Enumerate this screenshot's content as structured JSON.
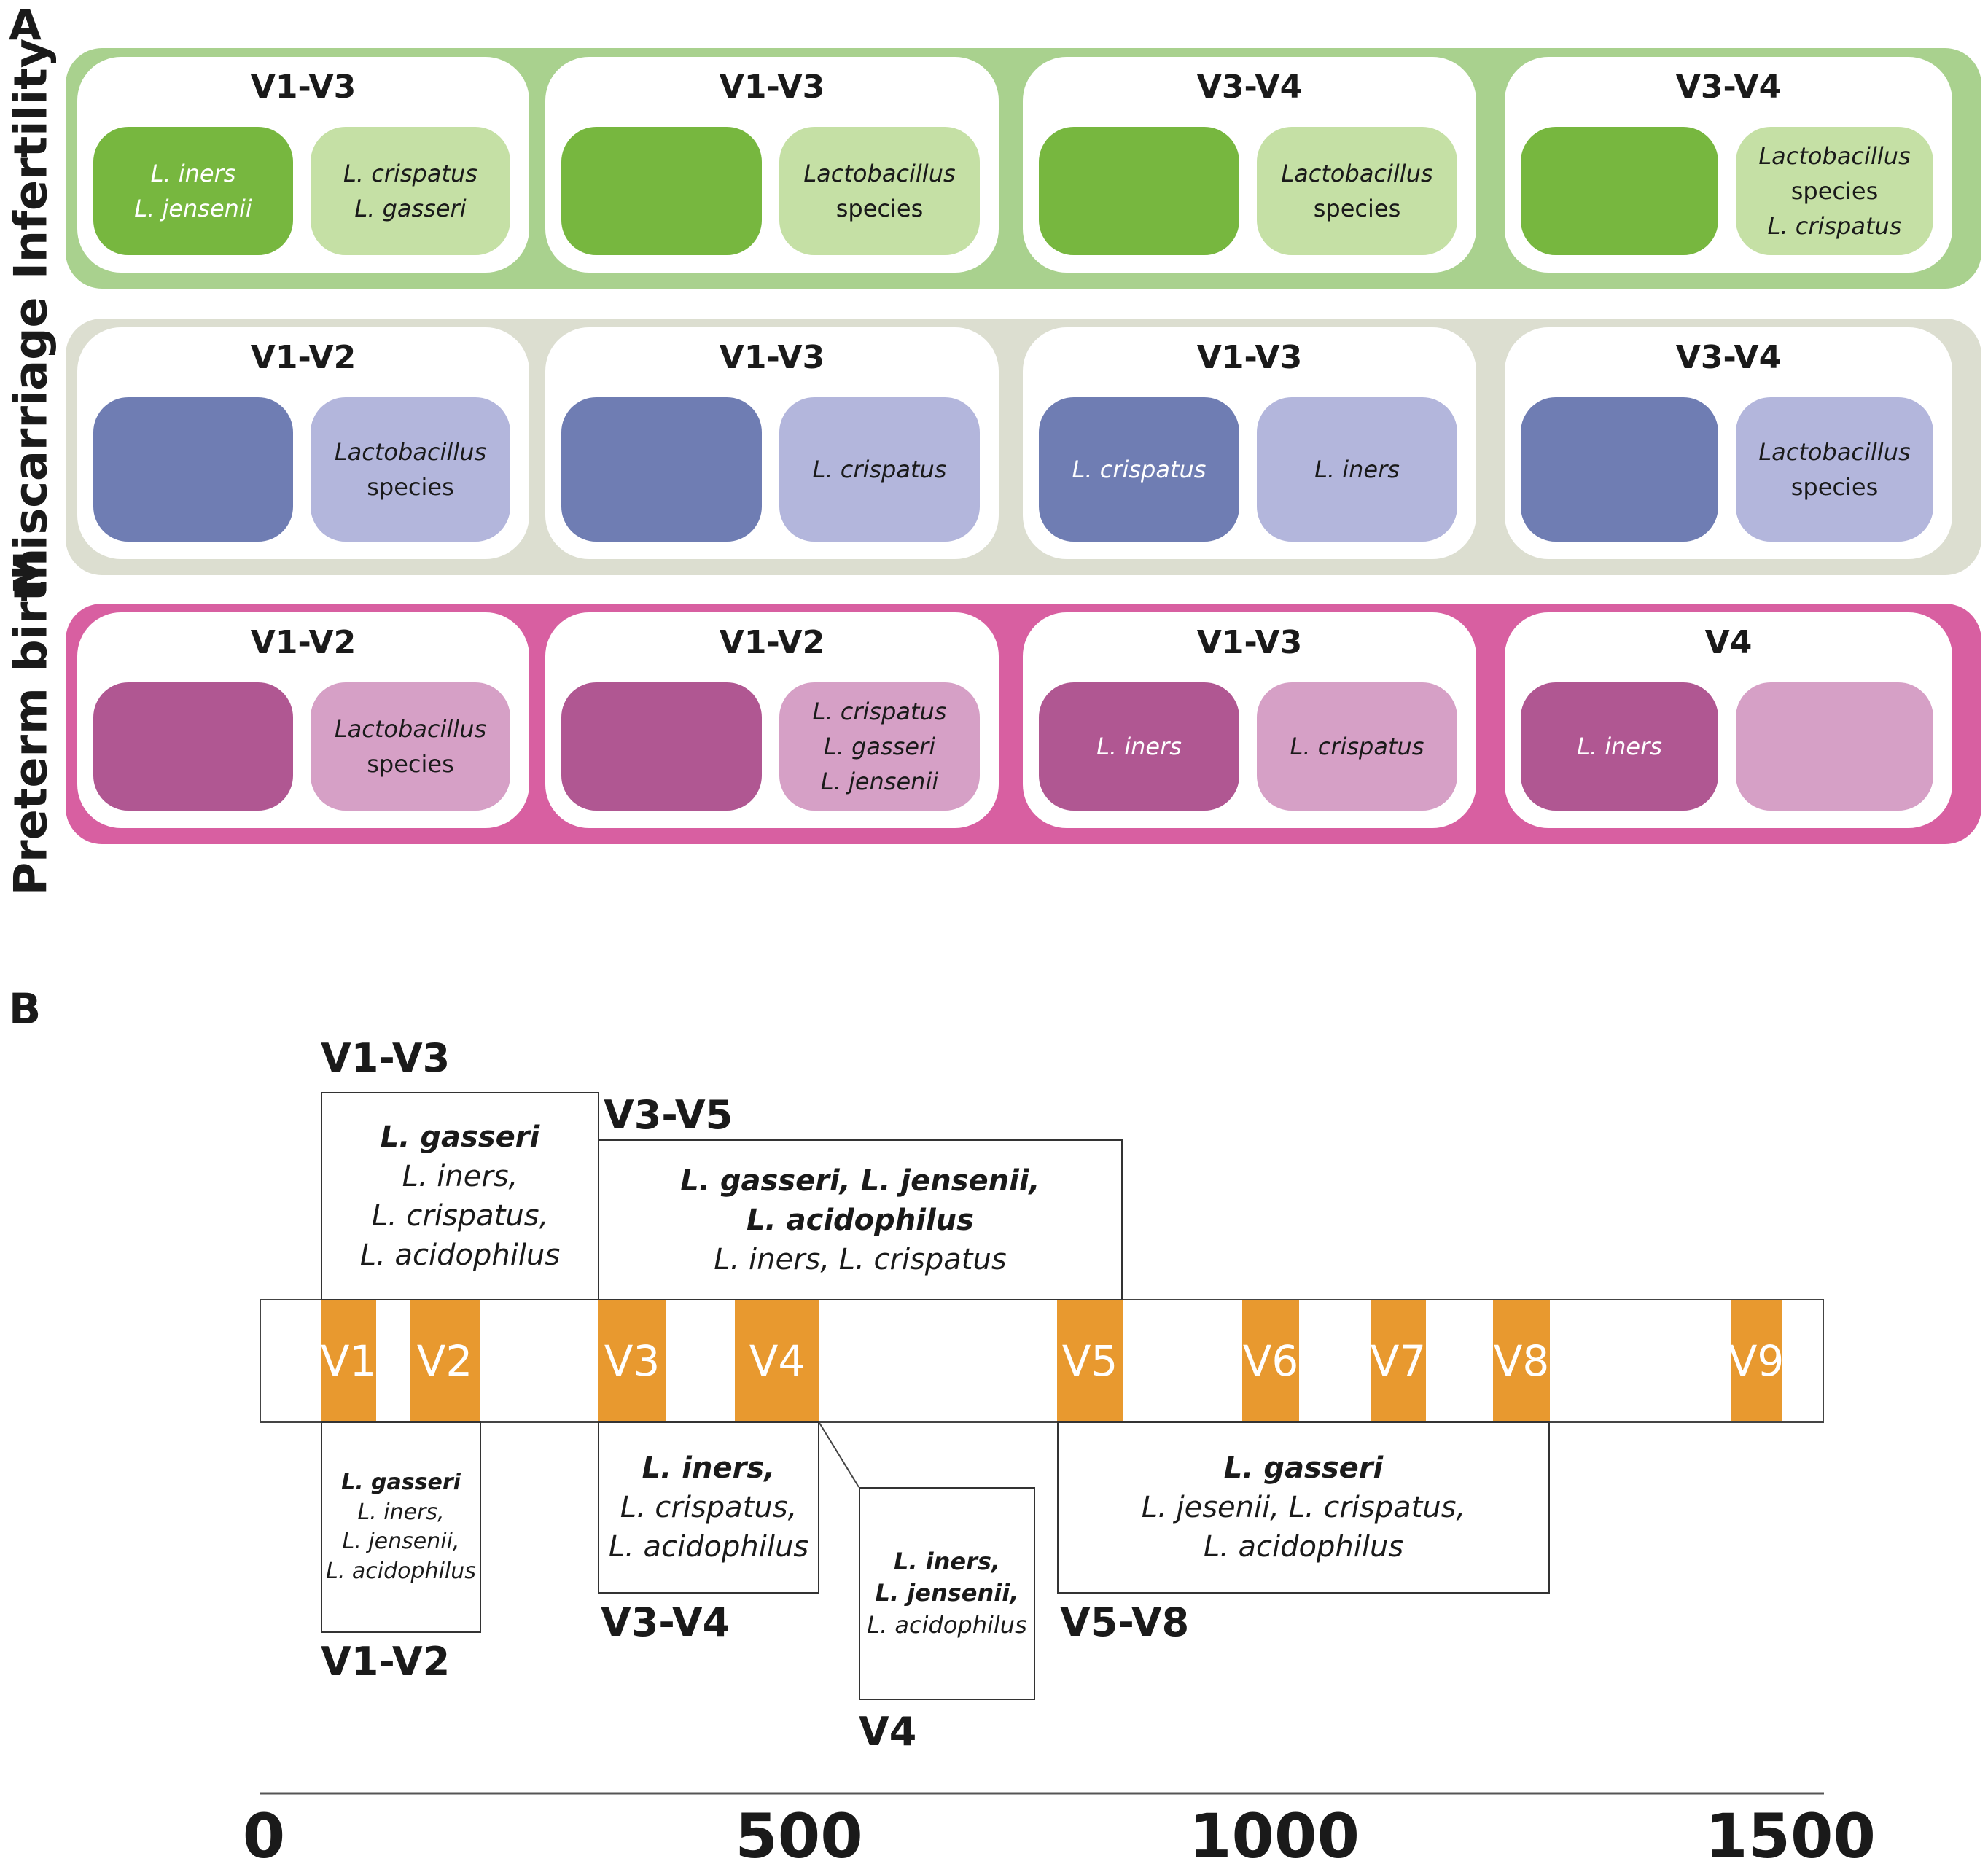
{
  "panel_a": {
    "letter": "A",
    "rows": [
      {
        "label": "Infertility",
        "colors": {
          "band": "#A9D18E",
          "dark": "#77B73F",
          "light": "#C5E0A5"
        },
        "cards": [
          {
            "title": "V1-V3",
            "dark": [
              "L. iners",
              "L. jensenii"
            ],
            "light": [
              "L. crispatus",
              "L. gasseri"
            ]
          },
          {
            "title": "V1-V3",
            "dark": [],
            "light": [
              "Lactobacillus",
              "species"
            ]
          },
          {
            "title": "V3-V4",
            "dark": [],
            "light": [
              "Lactobacillus",
              "species"
            ]
          },
          {
            "title": "V3-V4",
            "dark": [],
            "light": [
              "Lactobacillus",
              "species",
              "L. crispatus"
            ]
          }
        ]
      },
      {
        "label": "Miscarriage",
        "colors": {
          "band": "#DCDED0",
          "dark": "#6F7DB3",
          "light": "#B3B6DC"
        },
        "cards": [
          {
            "title": "V1-V2",
            "dark": [],
            "light": [
              "Lactobacillus",
              "species"
            ]
          },
          {
            "title": "V1-V3",
            "dark": [],
            "light": [
              "L. crispatus"
            ]
          },
          {
            "title": "V1-V3",
            "dark": [
              "L. crispatus"
            ],
            "light": [
              "L. iners"
            ]
          },
          {
            "title": "V3-V4",
            "dark": [],
            "light": [
              "Lactobacillus",
              "species"
            ]
          }
        ]
      },
      {
        "label": "Preterm birth",
        "colors": {
          "band": "#D85FA1",
          "dark": "#B05792",
          "light": "#D6A0C6"
        },
        "cards": [
          {
            "title": "V1-V2",
            "dark": [],
            "light": [
              "Lactobacillus",
              "species"
            ]
          },
          {
            "title": "V1-V2",
            "dark": [],
            "light": [
              "L. crispatus",
              "L. gasseri",
              "L. jensenii"
            ]
          },
          {
            "title": "V1-V3",
            "dark": [
              "L. iners"
            ],
            "light": [
              "L. crispatus"
            ]
          },
          {
            "title": "V4",
            "dark": [
              "L. iners"
            ],
            "light": []
          }
        ]
      }
    ]
  },
  "panel_b": {
    "letter": "B",
    "region_color": "#E8992F",
    "regions": [
      "V1",
      "V2",
      "V3",
      "V4",
      "V5",
      "V6",
      "V7",
      "V8",
      "V9"
    ],
    "boxes": [
      {
        "label": "V1-V3",
        "bold": [
          "L. gasseri"
        ],
        "normal": [
          "L. iners,",
          "L. crispatus,",
          "L. acidophilus"
        ]
      },
      {
        "label": "V3-V5",
        "bold": [
          "L. gasseri, L. jensenii,",
          "L. acidophilus"
        ],
        "normal": [
          "L. iners, L. crispatus"
        ]
      },
      {
        "label": "V1-V2",
        "bold": [
          "L. gasseri"
        ],
        "normal": [
          "L. iners,",
          "L. jensenii,",
          "L. acidophilus"
        ]
      },
      {
        "label": "V3-V4",
        "bold": [
          "L. iners,"
        ],
        "normal": [
          "L. crispatus,",
          "L. acidophilus"
        ]
      },
      {
        "label": "V4",
        "bold": [
          "L. iners,",
          "L. jensenii,"
        ],
        "normal": [
          "L. acidophilus"
        ]
      },
      {
        "label": "V5-V8",
        "bold": [
          "L. gasseri"
        ],
        "normal": [
          "L. jesenii, L. crispatus,",
          "L. acidophilus"
        ]
      }
    ],
    "axis_ticks": [
      "0",
      "500",
      "1000",
      "1500"
    ]
  }
}
